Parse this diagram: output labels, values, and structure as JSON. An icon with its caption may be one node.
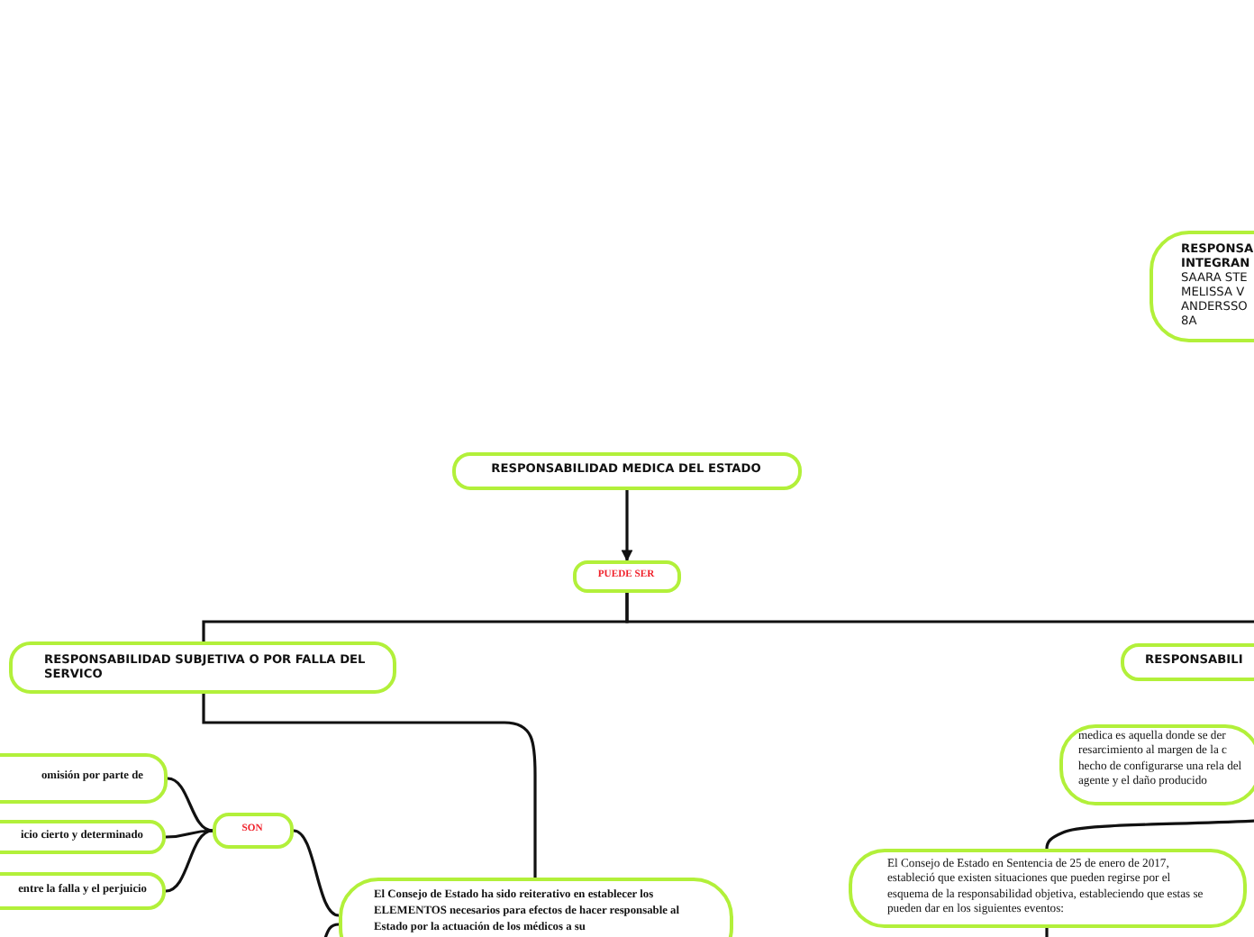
{
  "diagram": {
    "nodes": [
      {
        "text": [
          "RESPONSA INTEGRAN",
          "SAARA STE MELISSA V ANDERSSO 8A"
        ]
      },
      {
        "text": [
          "RESPONSABILIDAD MEDICA DEL ESTADO"
        ]
      },
      {
        "text": [
          "PUEDE SER"
        ]
      },
      {
        "text": [
          "RESPONSABILIDAD SUBJETIVA O POR FALLA DEL SERVICO"
        ]
      },
      {
        "text": [
          "RESPONSABILI"
        ]
      },
      {
        "text": [
          "omisión por parte de"
        ]
      },
      {
        "text": [
          "icio cierto y determinado"
        ]
      },
      {
        "text": [
          "entre la falla y el perjuicio"
        ]
      },
      {
        "text": [
          "SON"
        ]
      },
      {
        "text": [
          "El Consejo de Estado ha sido reiterativo en establecer los ELEMENTOS  necesarios para efectos de hacer responsable al Estado por la actuación de los médicos a su"
        ]
      },
      {
        "text": [
          "medica es aquella donde se der resarcimiento al margen de la c hecho de configurarse una rela del agente y el daño producido"
        ]
      },
      {
        "text": [
          "El Consejo de Estado en Sentencia de 25 de enero de 2017, estableció que existen situaciones que pueden regirse por el esquema de la responsabilidad objetiva, estableciendo que estas se pueden dar en los siguientes eventos:"
        ]
      }
    ],
    "edges": [
      {
        "from": 1,
        "to": 2,
        "arrow": "to"
      },
      {
        "from": 2,
        "to": 3,
        "arrow": "none"
      },
      {
        "from": 2,
        "to": 4,
        "arrow": "none"
      },
      {
        "from": 3,
        "to": 9,
        "arrow": "none"
      },
      {
        "from": 9,
        "to": 8,
        "arrow": "none"
      },
      {
        "from": 8,
        "to": 5,
        "arrow": "none"
      },
      {
        "from": 8,
        "to": 6,
        "arrow": "none"
      },
      {
        "from": 8,
        "to": 7,
        "arrow": "none"
      },
      {
        "from": 4,
        "to": 11,
        "arrow": "none"
      },
      {
        "from": 9,
        "to": null,
        "arrow": "none"
      },
      {
        "from": 11,
        "to": null,
        "arrow": "none"
      }
    ]
  }
}
